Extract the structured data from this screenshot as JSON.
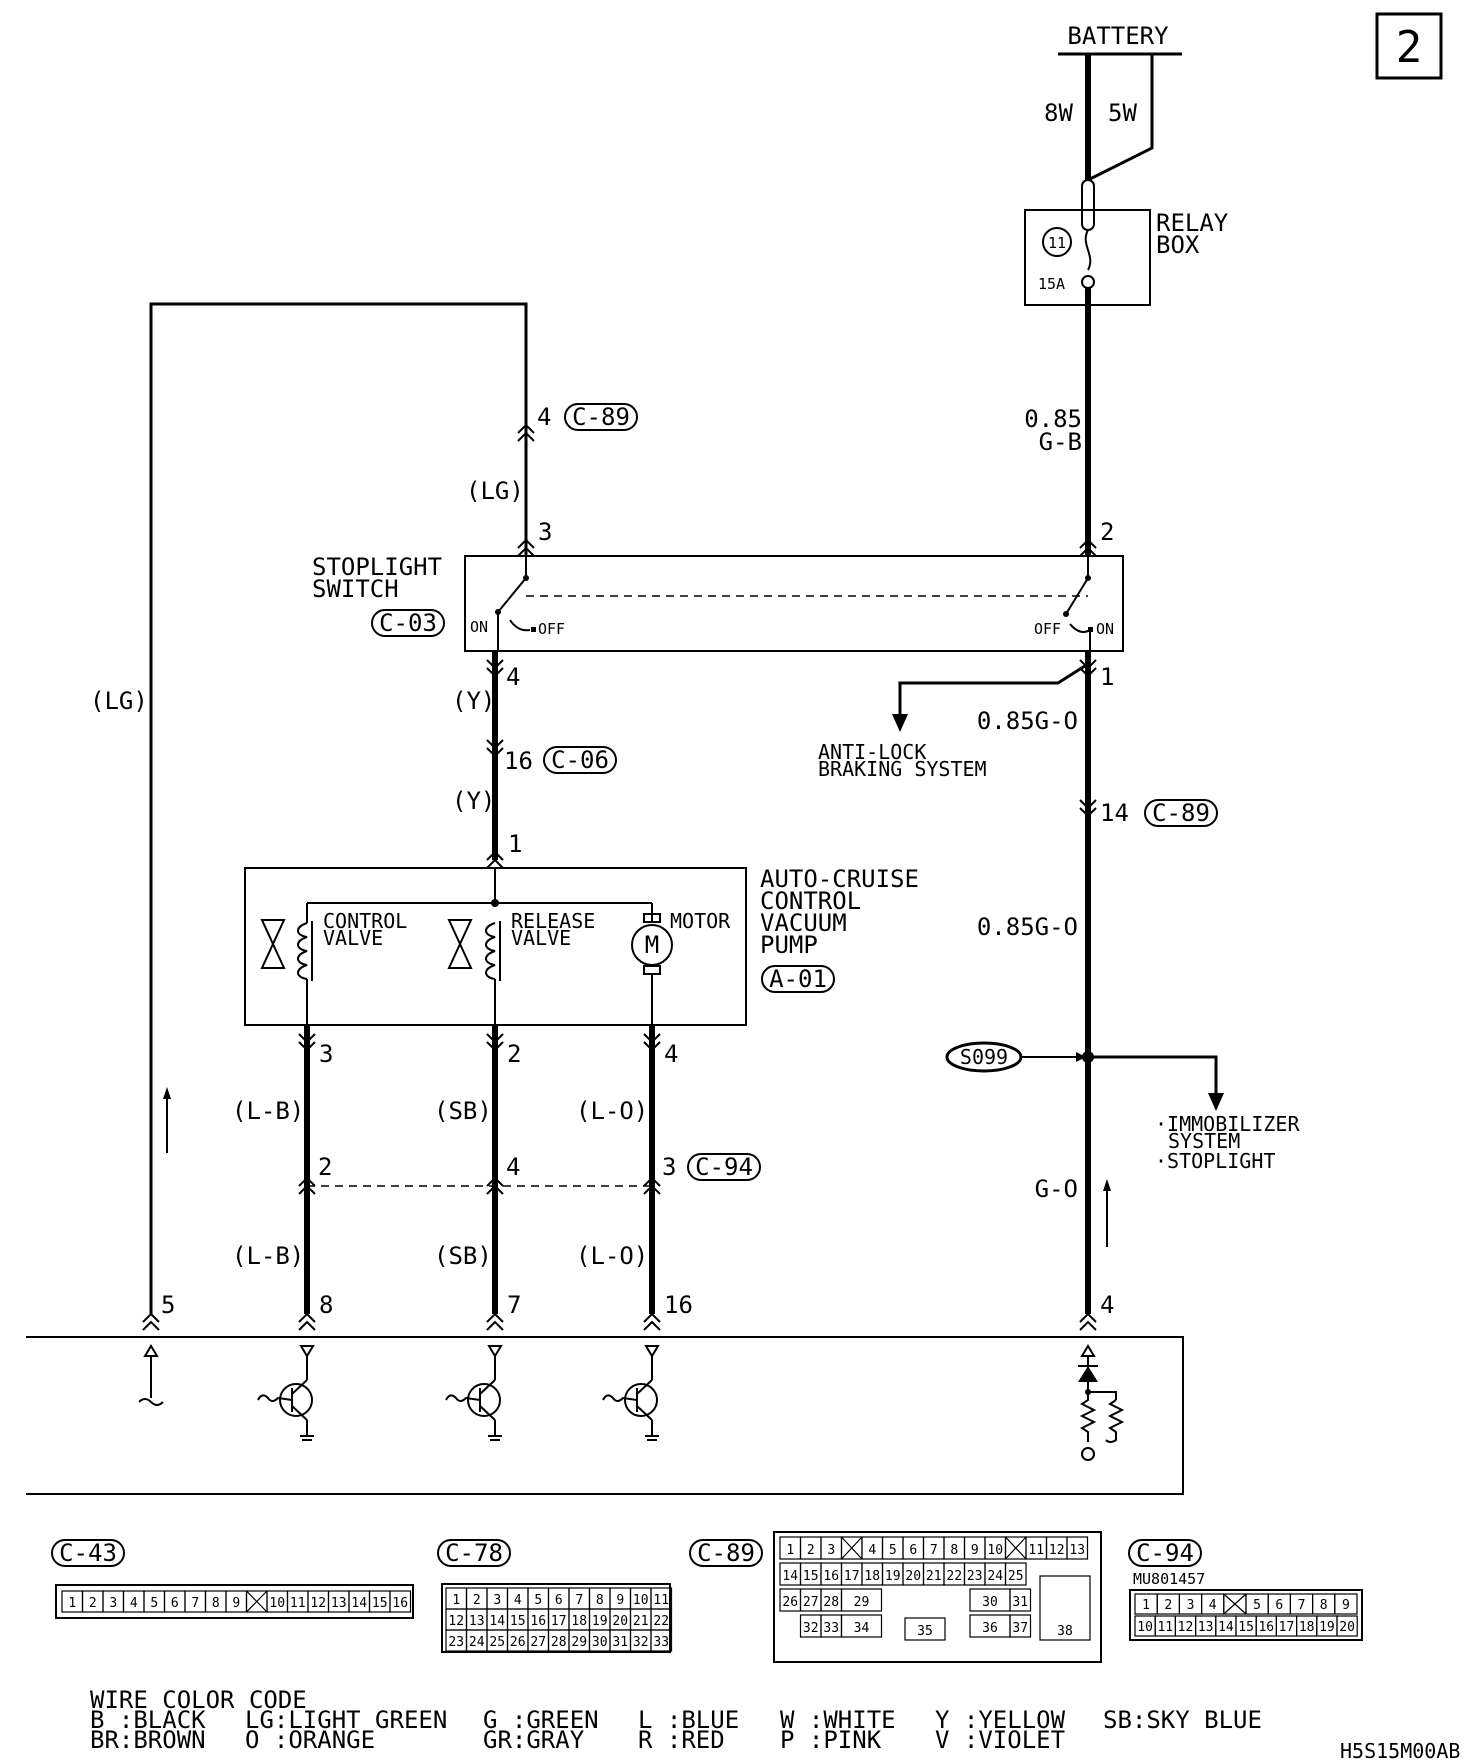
{
  "page_number": "2",
  "battery": {
    "label": "BATTERY",
    "fuse_left": "8W",
    "fuse_right": "5W"
  },
  "relay_box": {
    "label_1": "RELAY",
    "label_2": "BOX",
    "fuse_no": "11",
    "rating": "15A"
  },
  "wires": {
    "lg": "(LG)",
    "y": "(Y)",
    "lb": "(L-B)",
    "sb": "(SB)",
    "lo": "(L-O)",
    "g085b_1": "0.85",
    "g085b_2": "G-B",
    "g085o": "0.85G-O",
    "go": "G-O"
  },
  "connectors": {
    "c89": "C-89",
    "c03": "C-03",
    "c06": "C-06",
    "a01": "A-01",
    "c94": "C-94",
    "c43": "C-43",
    "c78": "C-78"
  },
  "pins": {
    "p4": "4",
    "p3": "3",
    "p2": "2",
    "p1": "1",
    "p16": "16",
    "p14": "14",
    "p5": "5",
    "p8": "8",
    "p7": "7"
  },
  "stoplight": {
    "label_1": "STOPLIGHT",
    "label_2": "SWITCH",
    "on": "ON",
    "off": "OFF"
  },
  "abs": {
    "label_1": "ANTI-LOCK",
    "label_2": "BRAKING SYSTEM"
  },
  "pump": {
    "label_1": "AUTO-CRUISE",
    "label_2": "CONTROL",
    "label_3": "VACUUM",
    "label_4": "PUMP",
    "cv_1": "CONTROL",
    "cv_2": "VALVE",
    "rv_1": "RELEASE",
    "rv_2": "VALVE",
    "motor": "MOTOR",
    "m": "M"
  },
  "splice": {
    "label": "S099"
  },
  "immobilizer": {
    "label_1": "·IMMOBILIZER",
    "label_2": "SYSTEM",
    "label_3": "·STOPLIGHT"
  },
  "c94_part": "MU801457",
  "color_code": {
    "title": "WIRE COLOR CODE",
    "b": "B :BLACK",
    "br": "BR:BROWN",
    "lg": "LG:LIGHT GREEN",
    "o": "O :ORANGE",
    "g": "G :GREEN",
    "gr": "GR:GRAY",
    "l": "L :BLUE",
    "r": "R :RED",
    "w": "W :WHITE",
    "p": "P :PINK",
    "y": "Y :YELLOW",
    "v": "V :VIOLET",
    "sb": "SB:SKY BLUE"
  },
  "figure_code": "H5S15M00AB"
}
